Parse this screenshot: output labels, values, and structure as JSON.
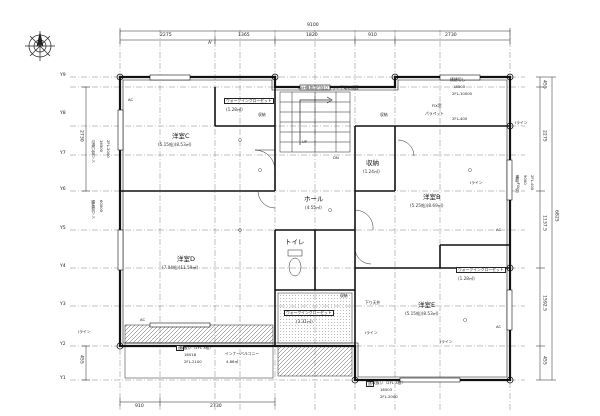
{
  "dimensions": {
    "top_total": "9100",
    "top_segments": [
      "2275",
      "1365",
      "1820",
      "910",
      "2730"
    ],
    "top_markers": [
      "A'"
    ],
    "right_total": "6825",
    "right_segments": [
      "455",
      "2275",
      "1137.5",
      "1592.5",
      "455"
    ],
    "left_segments": [
      "2730",
      "455"
    ],
    "bottom_segments": [
      "910",
      "2730"
    ]
  },
  "grid_labels": [
    "Y9",
    "Y8",
    "Y7",
    "Y6",
    "Y5",
    "Y4",
    "Y3",
    "Y2",
    "Y1"
  ],
  "rooms": {
    "youshitsu_c": {
      "name": "洋室C",
      "area": "(5.15帖)(8.53㎡)"
    },
    "youshitsu_d": {
      "name": "洋室D",
      "area": "(7.04帖)(11.59㎡)"
    },
    "youshitsu_b": {
      "name": "洋室B",
      "area": "(5.25帖)(8.69㎡)"
    },
    "youshitsu_e": {
      "name": "洋室E",
      "area": "(5.15帖)(8.53㎡)"
    },
    "hall": {
      "name": "ホール",
      "area": "(4.55㎡)"
    },
    "toilet": {
      "name": "トイレ"
    },
    "shuno": {
      "name": "収納",
      "area": "(1.24㎡)"
    },
    "wic_c": {
      "name": "ウォークインクローゼット",
      "area": "(1.28㎡)"
    },
    "wic_e": {
      "name": "ウォークインクローゼット",
      "area": "(1.28㎡)"
    },
    "wic_center": {
      "name": "ウォークインクローゼット",
      "area": "(3.31㎡)"
    }
  },
  "labels": {
    "ac": "AC",
    "shunou_short": "収納",
    "up": "UP",
    "dn": "DN",
    "parapet": "パラペット",
    "sita_fukinuke": "下り天井",
    "i_line": "Iライン",
    "toyu": "透",
    "inner_balcony": "インナーバルコニー",
    "inner_balcony_area": "4.86㎡",
    "stair_note": "24H換気用付自立サッシ下端に設置",
    "yokodoi_top": "横樋切し",
    "yokodoi_top_val": "18503",
    "fl_top": "2FL-10000",
    "fl_top2": "2FL-400",
    "fix": "FIX窓",
    "fukikomi_1": "吹抜い（2FL 3枚）",
    "fukikomi_1_a": "16518",
    "fukikomi_1_b": "2FL-2100",
    "fukikomi_2": "吹抜い（2FL 3枚）",
    "fukikomi_2_a": "16503",
    "fukikomi_2_b": "2FL-2000",
    "left_note": "引違い窓リシ",
    "left_note_a": "16500",
    "left_note_b": "2FL-2000",
    "left_note2": "勝板窓リシ",
    "left_note2_a": "60000",
    "right_note": "補助FIX窓",
    "right_note_a": "5000",
    "right_note_b": "2FL-400"
  }
}
